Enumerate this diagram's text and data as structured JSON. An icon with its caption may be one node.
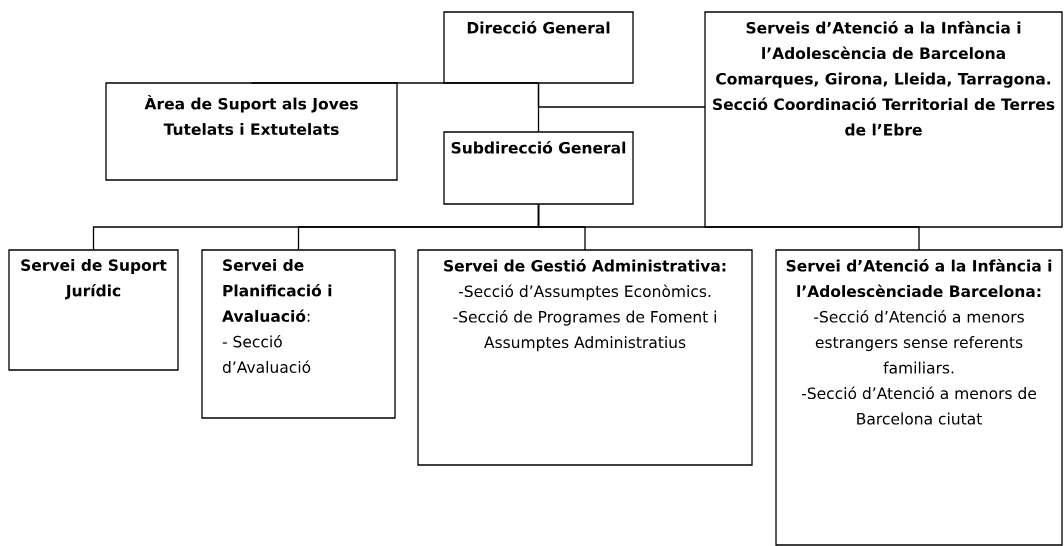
{
  "diagram": {
    "nodes": [
      {
        "text": [
          "Direcció General"
        ]
      },
      {
        "text": [
          "Àrea de Suport als Joves Tutelats i Extutelats"
        ]
      },
      {
        "text": [
          "Subdirecció General"
        ]
      },
      {
        "text": [
          "Serveis d’Atenció a la Infància i l’Adolescència de Barcelona Comarques, Girona, Lleida, Tarragona. Secció Coordinació Territorial de Terres de l’Ebre"
        ]
      },
      {
        "text": [
          "Servei de Suport Jurídic"
        ]
      },
      {
        "text": [
          "**Servei de Planificació i Avaluació**:",
          "- Secció d’Avaluació"
        ]
      },
      {
        "text": [
          "Servei de Gestió Administrativa:",
          "-Secció d’Assumptes Econòmics.",
          "-Secció de Programes de Foment i Assumptes Administratius"
        ]
      },
      {
        "text": [
          "Servei d’Atenció a la Infància i l’Adolescènciade Barcelona:",
          "-Secció d’Atenció a menors estrangers sense referents familiars.",
          "-Secció d’Atenció a menors de Barcelona ciutat"
        ]
      }
    ],
    "edges": [
      {
        "from": 0,
        "to": 1,
        "arrow": "none"
      },
      {
        "from": 0,
        "to": 3,
        "arrow": "none"
      },
      {
        "from": 0,
        "to": 2,
        "arrow": "none"
      },
      {
        "from": 2,
        "to": 4,
        "arrow": "none"
      },
      {
        "from": 2,
        "to": 5,
        "arrow": "none"
      },
      {
        "from": 2,
        "to": 6,
        "arrow": "none"
      },
      {
        "from": 2,
        "to": 7,
        "arrow": "none"
      }
    ]
  }
}
